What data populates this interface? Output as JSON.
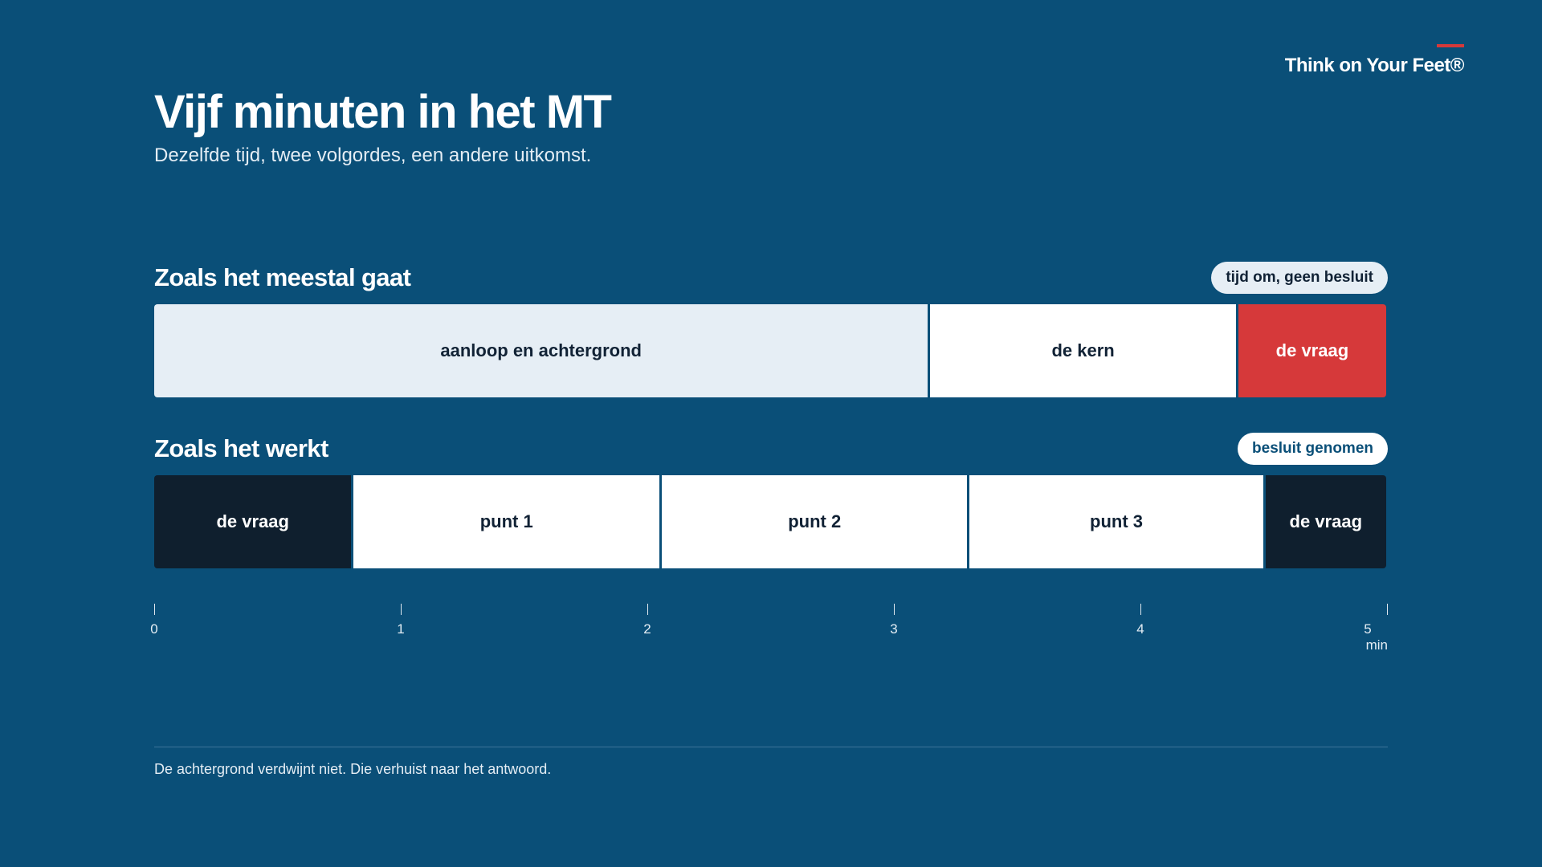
{
  "brand": {
    "name": "Think on Your Feet®"
  },
  "header": {
    "title": "Vijf minuten in het MT",
    "subtitle": "Dezelfde tijd, twee volgordes, een andere uitkomst."
  },
  "rows": [
    {
      "title": "Zoals het meestal gaat",
      "badge": "tijd om, geen besluit",
      "badge_style": "light",
      "segments": [
        {
          "label": "aanloop en achtergrond",
          "start": 0,
          "end": 3.14,
          "fill": "#e6eef5",
          "text": "#112235"
        },
        {
          "label": "de kern",
          "start": 3.14,
          "end": 4.39,
          "fill": "#ffffff",
          "text": "#112235"
        },
        {
          "label": "de vraag",
          "start": 4.39,
          "end": 5.0,
          "fill": "#d6393a",
          "text": "#ffffff"
        }
      ]
    },
    {
      "title": "Zoals het werkt",
      "badge": "besluit genomen",
      "badge_style": "white",
      "segments": [
        {
          "label": "de vraag",
          "start": 0,
          "end": 0.8,
          "fill": "#0f1f2e",
          "text": "#ffffff"
        },
        {
          "label": "punt 1",
          "start": 0.8,
          "end": 2.05,
          "fill": "#ffffff",
          "text": "#112235"
        },
        {
          "label": "punt 2",
          "start": 2.05,
          "end": 3.3,
          "fill": "#ffffff",
          "text": "#112235"
        },
        {
          "label": "punt 3",
          "start": 3.3,
          "end": 4.5,
          "fill": "#ffffff",
          "text": "#112235"
        },
        {
          "label": "de vraag",
          "start": 4.5,
          "end": 5.0,
          "fill": "#0f1f2e",
          "text": "#ffffff"
        }
      ]
    }
  ],
  "axis": {
    "min": 0,
    "max": 5,
    "ticks": [
      "0",
      "1",
      "2",
      "3",
      "4",
      "5"
    ],
    "unit": "min"
  },
  "footnote": "De achtergrond verdwijnt niet. Die verhuist naar het antwoord.",
  "colors": {
    "background": "#0a4f78",
    "accent": "#d6393a",
    "dark": "#0f1f2e",
    "light": "#e6eef5"
  }
}
